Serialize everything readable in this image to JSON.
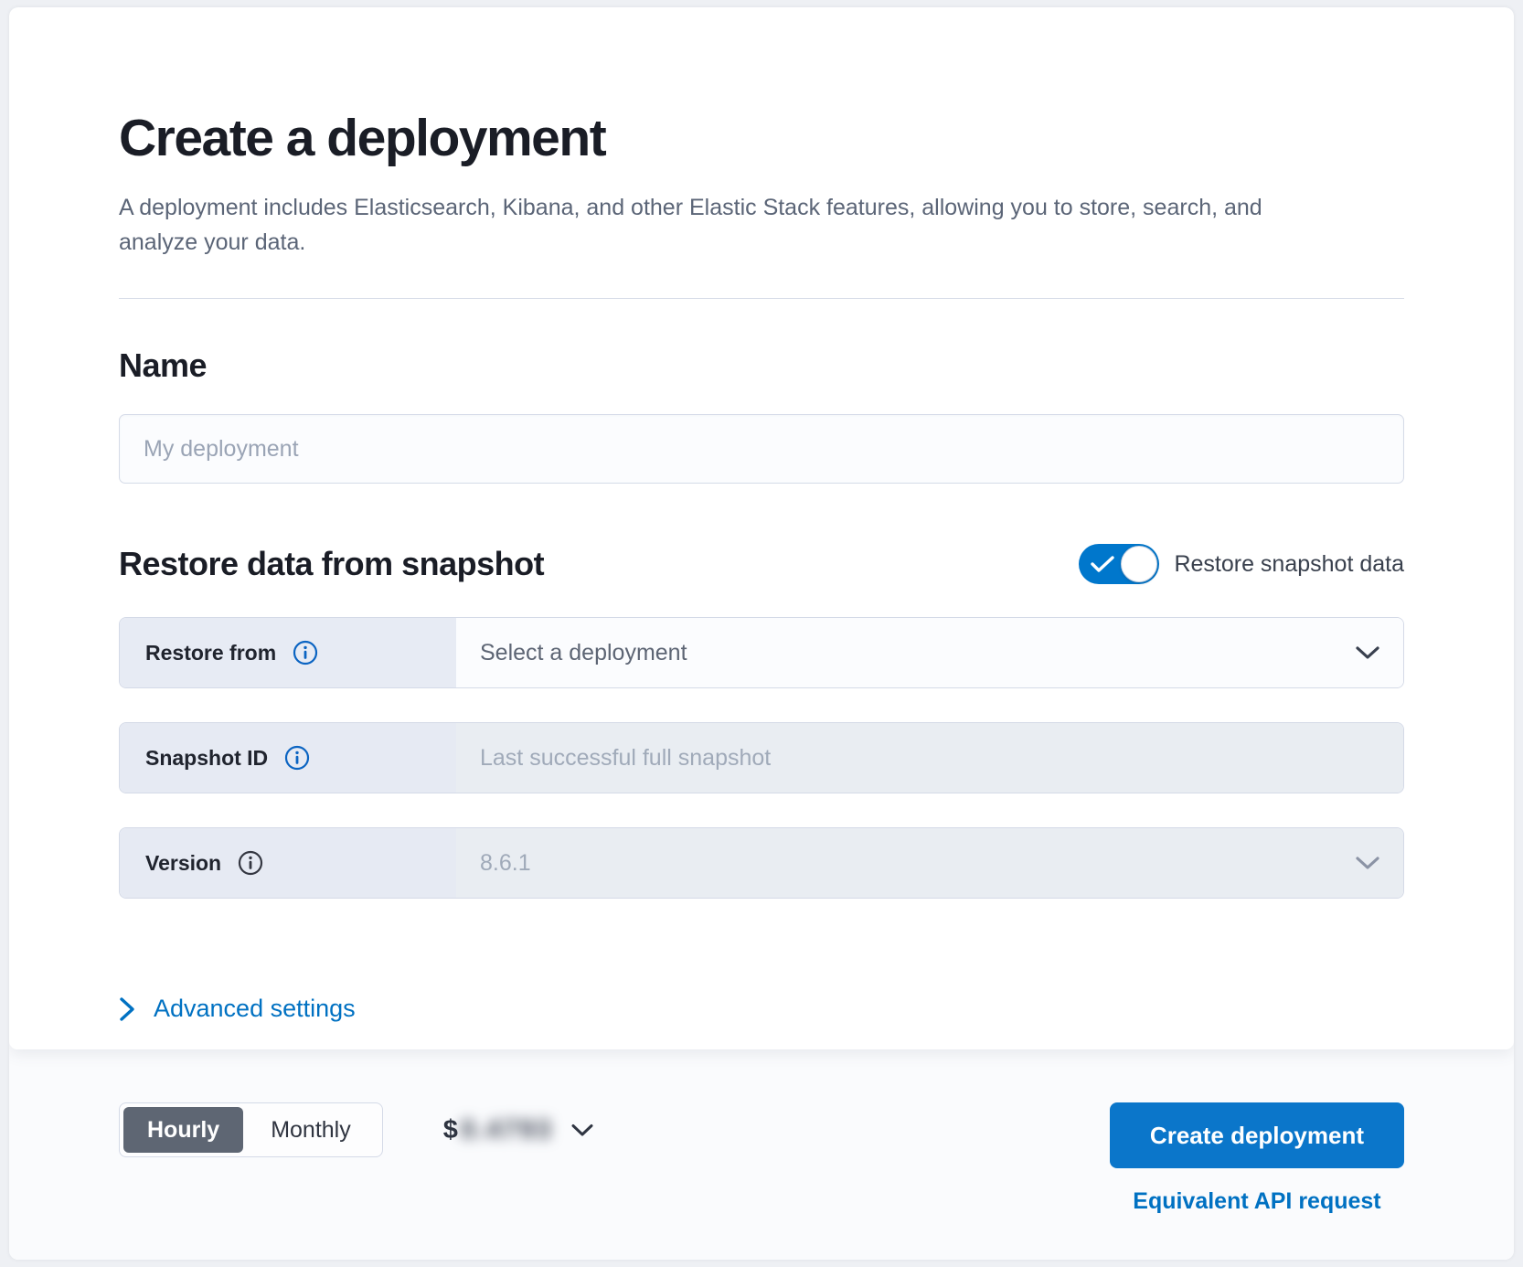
{
  "page": {
    "title": "Create a deployment",
    "subtitle": "A deployment includes Elasticsearch, Kibana, and other Elastic Stack features, allowing you to store, search, and analyze your data."
  },
  "name_section": {
    "heading": "Name",
    "input_value": "",
    "input_placeholder": "My deployment"
  },
  "snapshot_section": {
    "heading": "Restore data from snapshot",
    "toggle_label": "Restore snapshot data",
    "toggle_on": true,
    "rows": [
      {
        "label": "Restore from",
        "info_icon": "info-icon-blue",
        "value": "Select a deployment",
        "control": "select",
        "disabled": false
      },
      {
        "label": "Snapshot ID",
        "info_icon": "info-icon-blue",
        "value": "Last successful full snapshot",
        "control": "text-input",
        "disabled": true
      },
      {
        "label": "Version",
        "info_icon": "info-icon-dark",
        "value": "8.6.1",
        "control": "select",
        "disabled": true
      }
    ]
  },
  "advanced_settings": {
    "label": "Advanced settings"
  },
  "footer": {
    "billing_toggle": {
      "options": [
        "Hourly",
        "Monthly"
      ],
      "selected": "Hourly"
    },
    "price": {
      "currency": "$",
      "amount": "0.4793",
      "blurred": true
    },
    "create_button_label": "Create deployment",
    "api_link_label": "Equivalent API request"
  },
  "colors": {
    "primary_blue": "#0077cc",
    "link_blue": "#0071c2",
    "selected_billing_bg": "#5e6673",
    "row_label_bg": "#e7ebf4",
    "disabled_bg": "#e9edf2"
  }
}
